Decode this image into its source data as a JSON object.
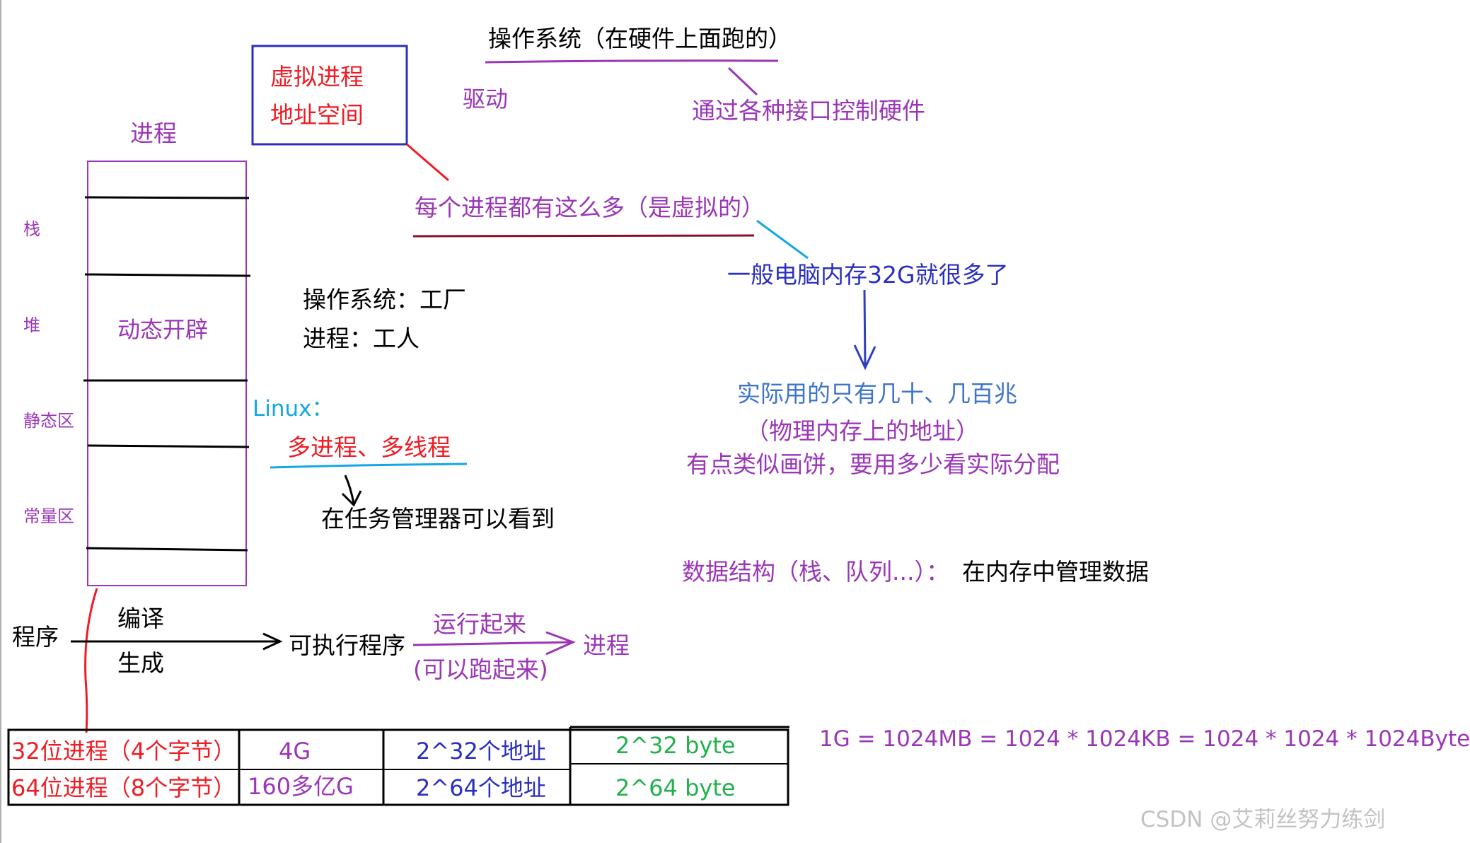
{
  "colors": {
    "purple": "#9b36b7",
    "red": "#ee1c24",
    "blue": "#2b2fbf",
    "lightblue": "#3f75c9",
    "cyan": "#13a7e3",
    "green": "#22b14c",
    "darkred": "#8b0f24",
    "navy": "#303fbf",
    "black": "#000000"
  },
  "os": {
    "title": "操作系统（在硬件上面跑的）",
    "driver": "驱动",
    "hardware_note": "通过各种接口控制硬件"
  },
  "virtual_box": {
    "line1": "虚拟进程",
    "line2": "地址空间"
  },
  "virtual_note": "每个进程都有这么多（是虚拟的）",
  "memory_note": "一般电脑内存32G就很多了",
  "actual_note": {
    "line1": "实际用的只有几十、几百兆",
    "line2": "（物理内存上的地址）",
    "line3": "有点类似画饼，要用多少看实际分配"
  },
  "process": {
    "title": "进程",
    "segments": [
      {
        "label": "栈"
      },
      {
        "label": "堆",
        "inner": "动态开辟"
      },
      {
        "label": "静态区"
      },
      {
        "label": "常量区"
      }
    ]
  },
  "analogy": {
    "line1": "操作系统：工厂",
    "line2": "进程：工人"
  },
  "linux": {
    "label": "Linux：",
    "items": "多进程、多线程",
    "task_manager": "在任务管理器可以看到"
  },
  "data_structure": {
    "left": "数据结构（栈、队列...）：",
    "right": "在内存中管理数据"
  },
  "flow": {
    "program": "程序",
    "compile": "编译",
    "generate": "生成",
    "executable": "可执行程序",
    "run": "运行起来",
    "run_note": "(可以跑起来)",
    "result": "进程"
  },
  "size_table": {
    "rows": [
      {
        "kind": "32位进程（4个字节）",
        "space": "4G",
        "addresses": "2^32个地址",
        "bytes": "2^32 byte"
      },
      {
        "kind": "64位进程（8个字节）",
        "space": "160多亿G",
        "addresses": "2^64个地址",
        "bytes": "2^64 byte"
      }
    ]
  },
  "unit_formula": "1G = 1024MB = 1024 * 1024KB = 1024 * 1024 * 1024Byte",
  "watermark": "CSDN @艾莉丝努力练剑"
}
